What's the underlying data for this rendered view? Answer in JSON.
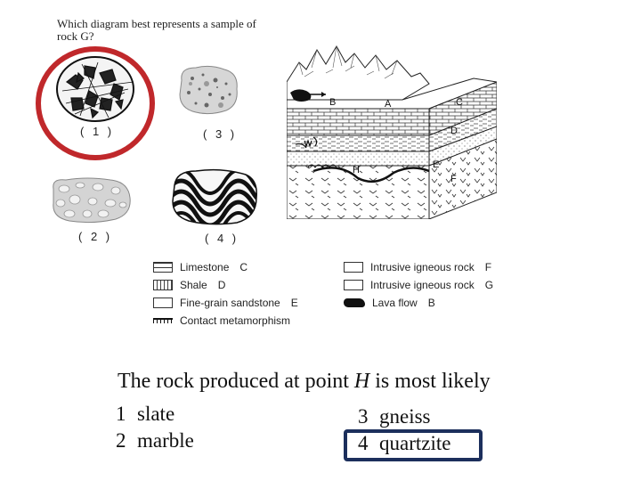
{
  "question": {
    "line1": "Which diagram best represents a sample of",
    "line2": "rock G?"
  },
  "options": [
    {
      "label": "( 1 )"
    },
    {
      "label": "( 2 )"
    },
    {
      "label": "( 3 )"
    },
    {
      "label": "( 4 )"
    }
  ],
  "block_labels": {
    "A": "A",
    "B": "B",
    "C": "C",
    "D": "D",
    "E": "E",
    "F": "F",
    "H": "H"
  },
  "legend": {
    "left": [
      {
        "label": "Limestone",
        "letter": "C"
      },
      {
        "label": "Shale",
        "letter": "D"
      },
      {
        "label": "Fine-grain sandstone",
        "letter": "E"
      },
      {
        "label": "Contact metamorphism",
        "letter": ""
      }
    ],
    "right": [
      {
        "label": "Intrusive igneous rock",
        "letter": "F"
      },
      {
        "label": "Intrusive igneous rock",
        "letter": "G"
      },
      {
        "label": "Lava flow",
        "letter": "B"
      }
    ]
  },
  "bottom": {
    "prefix": "The rock produced at point",
    "point": "H",
    "suffix": "is most likely",
    "answers": [
      {
        "num": "1",
        "text": "slate"
      },
      {
        "num": "2",
        "text": "marble"
      },
      {
        "num": "3",
        "text": "gneiss"
      },
      {
        "num": "4",
        "text": "quartzite"
      }
    ]
  },
  "colors": {
    "selected_circle": "#c0282b",
    "answer_box": "#1c2f5c"
  }
}
